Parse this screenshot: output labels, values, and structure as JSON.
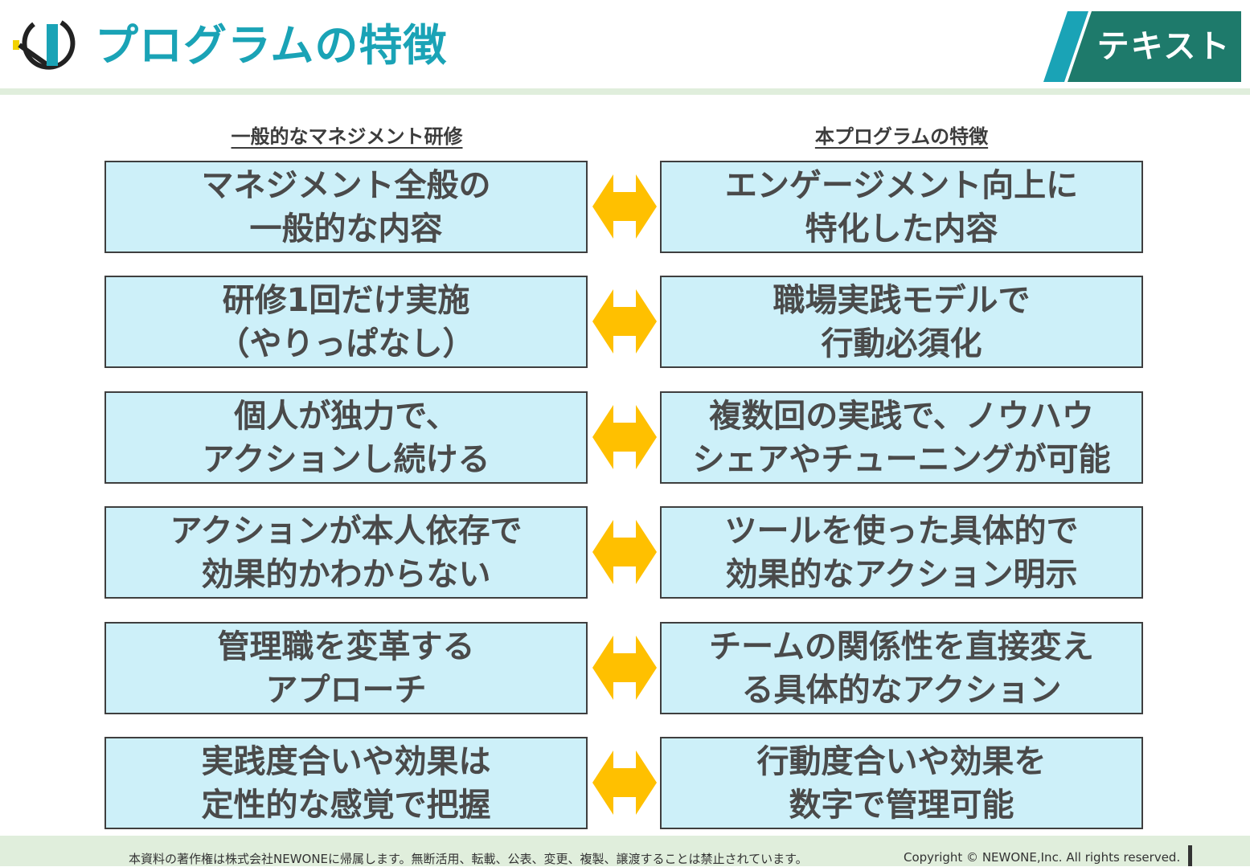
{
  "header": {
    "title": "プログラムの特徴",
    "tag_label": "テキスト",
    "tag_color": "#1e7a6b",
    "tag_accent": "#1aa3b6",
    "title_color": "#1aa3b6"
  },
  "columns": {
    "left_heading": "一般的なマネジメント研修",
    "right_heading": "本プログラムの特徴"
  },
  "rows": [
    {
      "left": "マネジメント全般の\n一般的な内容",
      "right": "エンゲージメント向上に\n特化した内容"
    },
    {
      "left": "研修1回だけ実施\n（やりっぱなし）",
      "right": "職場実践モデルで\n行動必須化"
    },
    {
      "left": "個人が独力で、\nアクションし続ける",
      "right": "複数回の実践で、ノウハウ\nシェアやチューニングが可能"
    },
    {
      "left": "アクションが本人依存で\n効果的かわからない",
      "right": "ツールを使った具体的で\n効果的なアクション明示"
    },
    {
      "left": "管理職を変革する\nアプローチ",
      "right": "チームの関係性を直接変え\nる具体的なアクション"
    },
    {
      "left": "実践度合いや効果は\n定性的な感覚で把握",
      "right": "行動度合いや効果を\n数字で管理可能"
    }
  ],
  "colors": {
    "box_fill": "#cdf0f9",
    "arrow": "#ffc000",
    "rule": "#e0eedc"
  },
  "footer": {
    "notice": "本資料の著作権は株式会社NEWONEに帰属します。無断活用、転載、公表、変更、複製、譲渡することは禁止されています。",
    "copyright": "Copyright © NEWONE,Inc.  All rights reserved."
  }
}
